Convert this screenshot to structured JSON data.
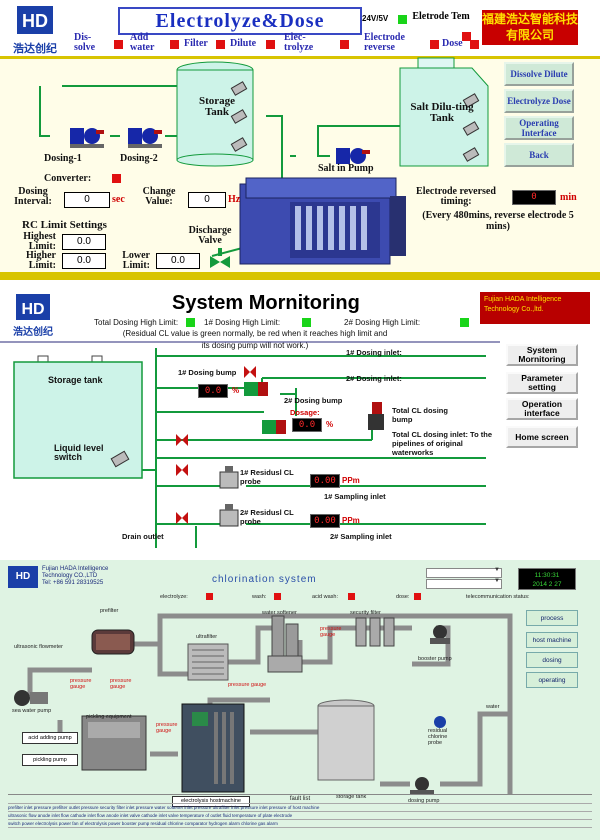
{
  "panel1": {
    "logo_text": "浩达创纪",
    "title": "Electrolyze&Dose",
    "voltage": "24V/5V",
    "electrode_temp_label": "Eletrode Tem",
    "company": "福建浩达智能科技有限公司",
    "status_items": [
      "Dis-solve",
      "Add water",
      "Filter",
      "Dilute",
      "Elec-trolyze",
      "Electrode reverse",
      "Dose"
    ],
    "storage_tank": "Storage Tank",
    "salt_tank": "Salt Dilu-ting Tank",
    "dosing1": "Dosing-1",
    "dosing2": "Dosing-2",
    "salt_pump": "Salt in Pump",
    "converter": "Converter:",
    "dosing_interval": "Dosing Interval:",
    "dosing_interval_val": "0",
    "sec": "sec",
    "change_value": "Change Value:",
    "change_value_val": "0",
    "hz": "Hz",
    "rc_title": "RC Limit Settings",
    "highest_limit": "Highest Limit:",
    "highest_val": "0.0",
    "higher_limit": "Higher Limit:",
    "higher_val": "0.0",
    "lower_limit": "Lower Limit:",
    "lower_val": "0.0",
    "discharge_valve": "Discharge Valve",
    "electrode_timing": "Electrode reversed timing:",
    "timing_val": "0",
    "min": "min",
    "every_note": "(Every 480mins, reverse electrode 5 mins)",
    "buttons": [
      "Dissolve Dilute",
      "Electrolyze Dose",
      "Operating Interface",
      "Back"
    ]
  },
  "panel2": {
    "logo_text": "浩达创纪",
    "title": "System Mornitoring",
    "company": "Fujian HADA Intelligence Technology Co.,ltd.",
    "total_high": "Total Dosing High Limit:",
    "dose1_high": "1# Dosing High Limit:",
    "dose2_high": "2# Dosing High Limit:",
    "note": "(Residual CL value is green normally,  be red when it reaches high limit and its dosing pump will not work.)",
    "storage_tank": "Storage tank",
    "level_switch": "Liquid level switch",
    "dosing_bump1": "1# Dosing bump",
    "dosing_bump2": "2# Dosing bump",
    "dosage": "Dosage:",
    "val1": "0.0",
    "val2": "0.0",
    "pct": "%",
    "inlet1": "1# Dosing inlet:",
    "inlet2": "2# Dosing inlet:",
    "total_bump": "Total CL dosing bump",
    "total_inlet": "Total CL dosing inlet: To the pipelines of original waterworks",
    "probe1": "1# Residusl CL probe",
    "probe2": "2# Residusl CL probe",
    "probe1_val": "0.00",
    "probe2_val": "0.00",
    "ppm": "PPm",
    "sampling1": "1# Sampling inlet",
    "sampling2": "2# Sampling inlet",
    "drain": "Drain outlet",
    "buttons": [
      "System Mornitoring",
      "Parameter setting",
      "Operation interface",
      "Home screen"
    ]
  },
  "panel3": {
    "company_line1": "Fujian HADA Intelligence",
    "company_line2": "Technology CO.,LTD",
    "company_tel": "Tel: +86 591 28319525",
    "title": "chlorination system",
    "clock_time": "11:30:31",
    "clock_date": "2014  2  27",
    "status_labels": [
      "electrolyze:",
      "wash:",
      "acid wash:",
      "dose:"
    ],
    "telecom_status": "telecommunication status:",
    "prefilter": "prefilter",
    "ultrasonic": "ultrasonic flowmeter",
    "ultrafilter": "ultrafilter",
    "water_softener": "water softener",
    "security_filter": "security filter",
    "pressure_gauge": "pressure gauge",
    "booster_pump": "booster pump",
    "sea_water_pump": "sea water pump",
    "pickling_equipment": "pickling equipment",
    "acid_adding_pump": "acid adding pump",
    "pickling_pump": "pickling pump",
    "electrolysis_hostmachine": "electrolysis hostmachine",
    "storage_tank": "storage tank",
    "residual_chlorine_probe": "residual chlorine probe",
    "dosing_pump": "dosing pump",
    "water": "water",
    "buttons": [
      "process",
      "host machine",
      "dosing",
      "operating"
    ],
    "fault_title": "fault list",
    "fault_rows": [
      "prefilter inlet pressure   prefilter outlet pressure   security filter inlet pressure   water softener inlet pressure   ultrafilter inlet pressure   inlet pressure of host machine",
      "ultrasonic flow   anode inlet flow   cathode inlet flow   anode inlet valve   cathode inlet valve   temperature of outlet fluid   temperature of plate electrode",
      "switch power   electrolysis power   fan of electrolysis power   booster pump   residual chlorine comparator   hydrogen alarm   chlorine gas alarm"
    ]
  },
  "colors": {
    "panel1_bg": "#fffde8",
    "panel2_bg": "#ffffff",
    "panel3_bg": "#dff3e3",
    "pipe_green": "#139a3c",
    "tank_green": "#cdf3e8",
    "status_red": "#e01010",
    "status_green": "#19d419"
  }
}
